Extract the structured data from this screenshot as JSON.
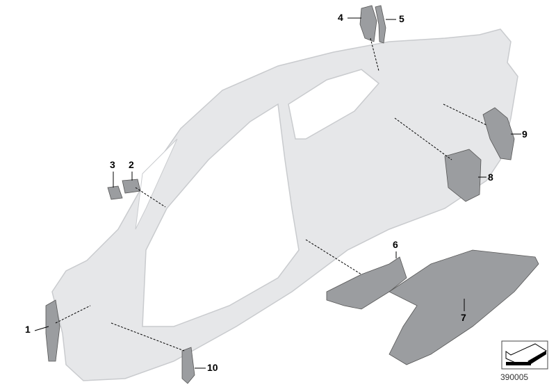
{
  "diagram": {
    "callouts": [
      "1",
      "2",
      "3",
      "4",
      "5",
      "6",
      "7",
      "8",
      "9",
      "10"
    ],
    "reference_number": "390005",
    "colors": {
      "body": "#e6e7e9",
      "body_edge": "#c9cbce",
      "part": "#9b9da0",
      "line": "#000000"
    }
  },
  "icons": {
    "orientation": "arrow-direction-icon"
  }
}
